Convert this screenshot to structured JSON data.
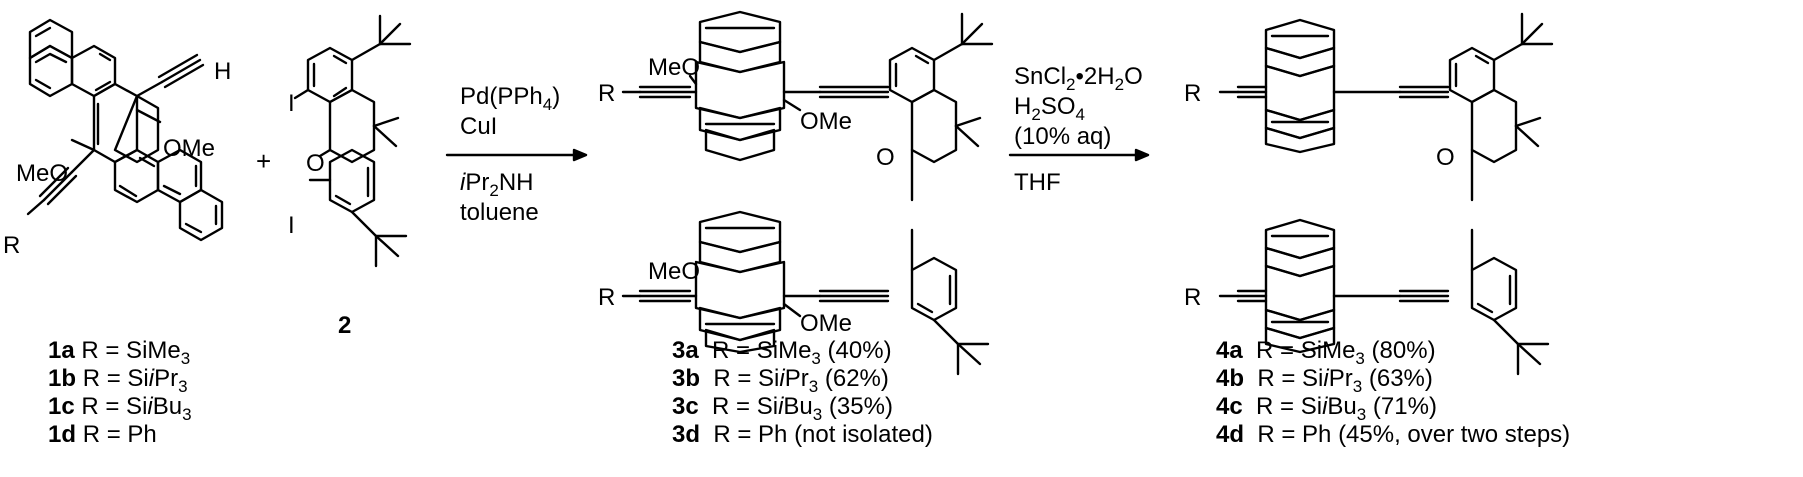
{
  "scheme": {
    "plus": "+",
    "atoms": {
      "H": "H",
      "OMe": "OMe",
      "MeO": "MeO",
      "R": "R",
      "I": "I",
      "O": "O"
    },
    "compound_2": "2",
    "step1_conditions": {
      "catalyst_pre": "Pd(PPh",
      "catalyst_sub": "4",
      "catalyst_post": ")",
      "cocatalyst": "CuI",
      "base_italic": "i",
      "base_pre": "Pr",
      "base_sub": "2",
      "base_post": "NH",
      "solvent": "toluene"
    },
    "step2_conditions": {
      "reagent_pre": "SnCl",
      "reagent_sub": "2",
      "reagent_mid": "•2H",
      "reagent_sub2": "2",
      "reagent_post": "O",
      "acid_pre": "H",
      "acid_sub": "2",
      "acid_mid": "SO",
      "acid_sub2": "4",
      "acid_note": "(10% aq)",
      "solvent": "THF"
    },
    "captions_1": [
      {
        "id": "1a",
        "pre": "R = SiMe",
        "sub": "3",
        "italic": "",
        "post": ""
      },
      {
        "id": "1b",
        "pre": "R = Si",
        "italic": "i",
        "mid": "Pr",
        "sub": "3",
        "post": ""
      },
      {
        "id": "1c",
        "pre": "R = Si",
        "italic": "i",
        "mid": "Bu",
        "sub": "3",
        "post": ""
      },
      {
        "id": "1d",
        "pre": "R = Ph",
        "sub": "",
        "italic": "",
        "post": ""
      }
    ],
    "captions_3": [
      {
        "id": "3a",
        "pre": "R = SiMe",
        "sub": "3",
        "post": " (40%)"
      },
      {
        "id": "3b",
        "pre": "R = Si",
        "italic": "i",
        "mid": "Pr",
        "sub": "3",
        "post": " (62%)"
      },
      {
        "id": "3c",
        "pre": "R = Si",
        "italic": "i",
        "mid": "Bu",
        "sub": "3",
        "post": " (35%)"
      },
      {
        "id": "3d",
        "pre": "R = Ph (not isolated)",
        "sub": "",
        "post": ""
      }
    ],
    "captions_4": [
      {
        "id": "4a",
        "pre": "R = SiMe",
        "sub": "3",
        "post": " (80%)"
      },
      {
        "id": "4b",
        "pre": "R = Si",
        "italic": "i",
        "mid": "Pr",
        "sub": "3",
        "post": " (63%)"
      },
      {
        "id": "4c",
        "pre": "R = Si",
        "italic": "i",
        "mid": "Bu",
        "sub": "3",
        "post": " (71%)"
      },
      {
        "id": "4d",
        "pre": "R = Ph (45%, over two steps)",
        "sub": "",
        "post": ""
      }
    ]
  }
}
